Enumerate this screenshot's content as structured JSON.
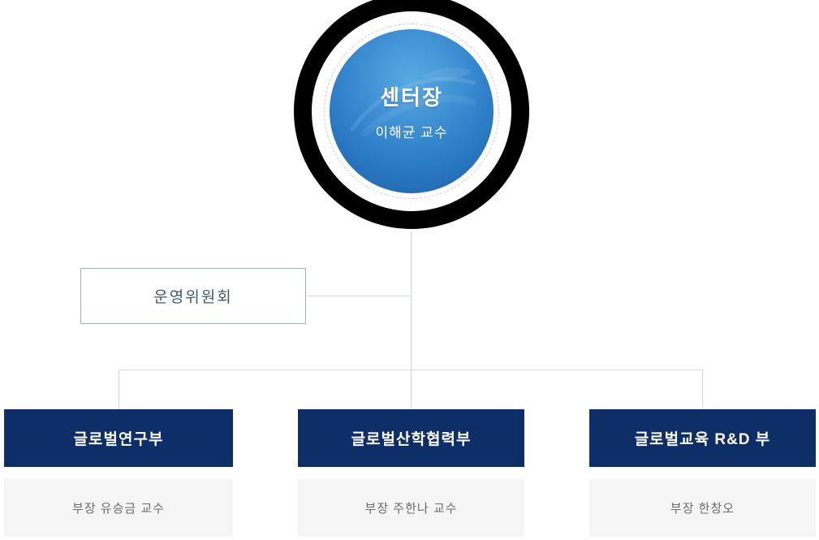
{
  "theme": {
    "navy": "#0e2e68",
    "line": "#d2d8dc",
    "committee-border": "#a3b1bd",
    "committee-text": "#3d5a76",
    "head-bg": "#f5f5f6",
    "head-text": "#6b6b6b",
    "blue-light": "#58aae3",
    "blue-mid": "#2f80c9",
    "blue-dark": "#1a5fa9",
    "ring-black": "#000000",
    "dash": "#c9ced2"
  },
  "director": {
    "title": "센터장",
    "name": "이해균 교수"
  },
  "committee": {
    "label": "운영위원회"
  },
  "departments": [
    {
      "label": "글로벌연구부",
      "head": "부장 유승금 교수"
    },
    {
      "label": "글로벌산학협력부",
      "head": "부장 주한나 교수"
    },
    {
      "label": "글로벌교육 R&D 부",
      "head": "부장 한창오"
    }
  ]
}
